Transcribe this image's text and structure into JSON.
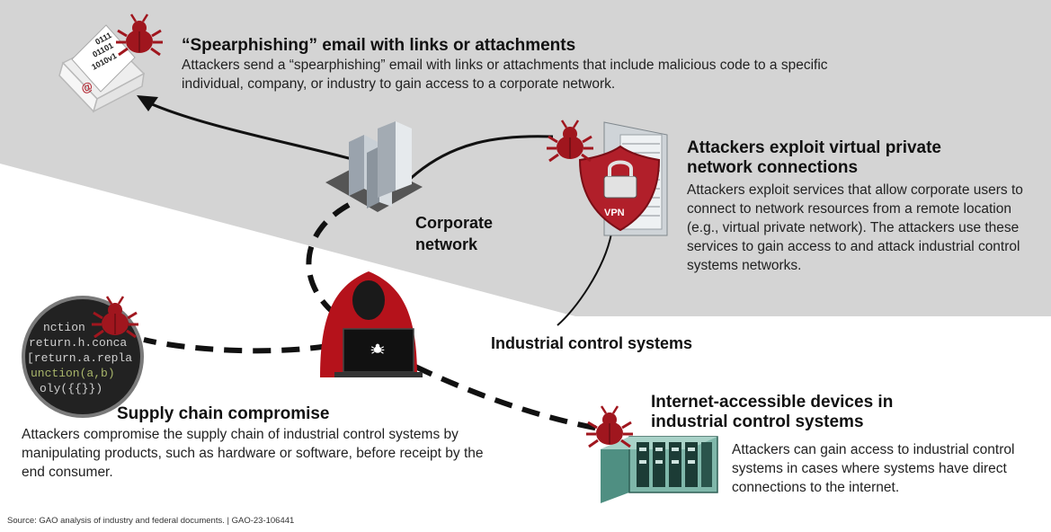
{
  "spearphishing": {
    "title": "“Spearphishing” email with links or attachments",
    "body": "Attackers send a “spearphishing” email with links or attachments that include malicious code to a specific individual, company, or industry to gain access to a corporate network."
  },
  "vpn": {
    "title": "Attackers exploit virtual private network connections",
    "body": "Attackers exploit services that allow corporate users to connect to network resources from a remote location (e.g., virtual private network). The attackers use these services to gain access to and attack industrial control systems networks.",
    "badge": "VPN"
  },
  "corporate_network": {
    "label": "Corporate network"
  },
  "ics": {
    "label": "Industrial control systems"
  },
  "supply_chain": {
    "title": "Supply chain compromise",
    "body": "Attackers compromise the supply chain of industrial control systems by manipulating products, such as hardware or software, before receipt by the end consumer.",
    "code_lines": [
      "nction",
      "return.h.conca",
      "[return.a.repla",
      "unction(a,b)",
      "oly({{}})"
    ]
  },
  "internet_devices": {
    "title": "Internet-accessible devices in industrial control systems",
    "body": "Attackers can gain access to industrial control systems in cases where systems have direct connections to the internet."
  },
  "email_icon": {
    "binary": [
      "0111",
      "01101",
      "1010v1"
    ]
  },
  "source": "Source: GAO analysis of industry and federal documents. | GAO-23-106441",
  "colors": {
    "gray_band": "#d4d4d4",
    "bug": "#a0161e",
    "shield": "#b11f2a",
    "hacker": "#b5121b"
  }
}
